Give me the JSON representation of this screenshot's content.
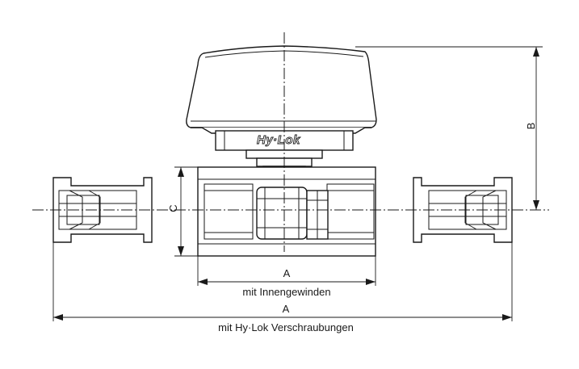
{
  "brand": "Hy·Lok",
  "dimensions": {
    "a_label": "A",
    "b_label": "B",
    "c_label": "C",
    "inner_thread_caption": "mit Innengewinden",
    "fitting_caption": "mit Hy·Lok Verschraubungen"
  }
}
